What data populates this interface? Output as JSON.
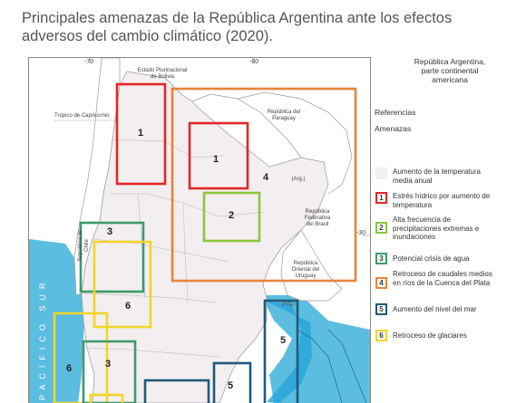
{
  "title": {
    "line1": "Principales amenazas de la República Argentina ante los efectos",
    "line2": "adversos del cambio climático (2020)."
  },
  "map": {
    "coordinates": {
      "lon_70": "-70",
      "lon_60": "-60",
      "lat_30": "-30"
    },
    "labels": {
      "bolivia": "Estado Plurinacional de Bolivia",
      "tropico": "Trópico de Capricornio",
      "paraguay": "República del Paraguay",
      "arg": "(Arg.)",
      "brasil": "República Federativa del Brasil",
      "uruguay": "República Oriental del Uruguay",
      "chile": "República de Chile",
      "arg_sea": "(Arg.)",
      "ocean": "PACÍFICO SUR"
    },
    "zones": [
      {
        "number": "1",
        "threat": "stress",
        "color": "#e32626"
      },
      {
        "number": "1",
        "threat": "stress",
        "color": "#e32626"
      },
      {
        "number": "2",
        "threat": "precip",
        "color": "#8cc63f"
      },
      {
        "number": "3",
        "threat": "water",
        "color": "#3d9a6b"
      },
      {
        "number": "3",
        "threat": "water",
        "color": "#3d9a6b"
      },
      {
        "number": "4",
        "threat": "plata",
        "color": "#e8843c"
      },
      {
        "number": "5",
        "threat": "sea",
        "color": "#1f5a7a"
      },
      {
        "number": "5",
        "threat": "sea",
        "color": "#1f5a7a"
      },
      {
        "number": "6",
        "threat": "glacier",
        "color": "#f2d52a"
      },
      {
        "number": "6",
        "threat": "glacier",
        "color": "#f2d52a"
      }
    ]
  },
  "legend": {
    "header": [
      "República Argentina,",
      "parte continental",
      "americana"
    ],
    "referencias": "Referencias",
    "amenazas": "Amenazas",
    "items": [
      {
        "number": "",
        "label": "Aumento de la temperatura media anual",
        "color": "#f3eef0"
      },
      {
        "number": "1",
        "label": "Estrés hídrico por aumento de temperatura",
        "color": "#e32626"
      },
      {
        "number": "2",
        "label": "Alta frecuencia de precipitaciones extremas e inundaciones",
        "color": "#8cc63f"
      },
      {
        "number": "3",
        "label": "Potencial crisis de agua",
        "color": "#3d9a6b"
      },
      {
        "number": "4",
        "label": "Retroceso de caudales medios en ríos de la Cuenca del Plata",
        "color": "#e8843c"
      },
      {
        "number": "5",
        "label": "Aumento del nivel del mar",
        "color": "#1f5a7a"
      },
      {
        "number": "6",
        "label": "Retroceso de glaciares",
        "color": "#f2d52a"
      }
    ]
  }
}
